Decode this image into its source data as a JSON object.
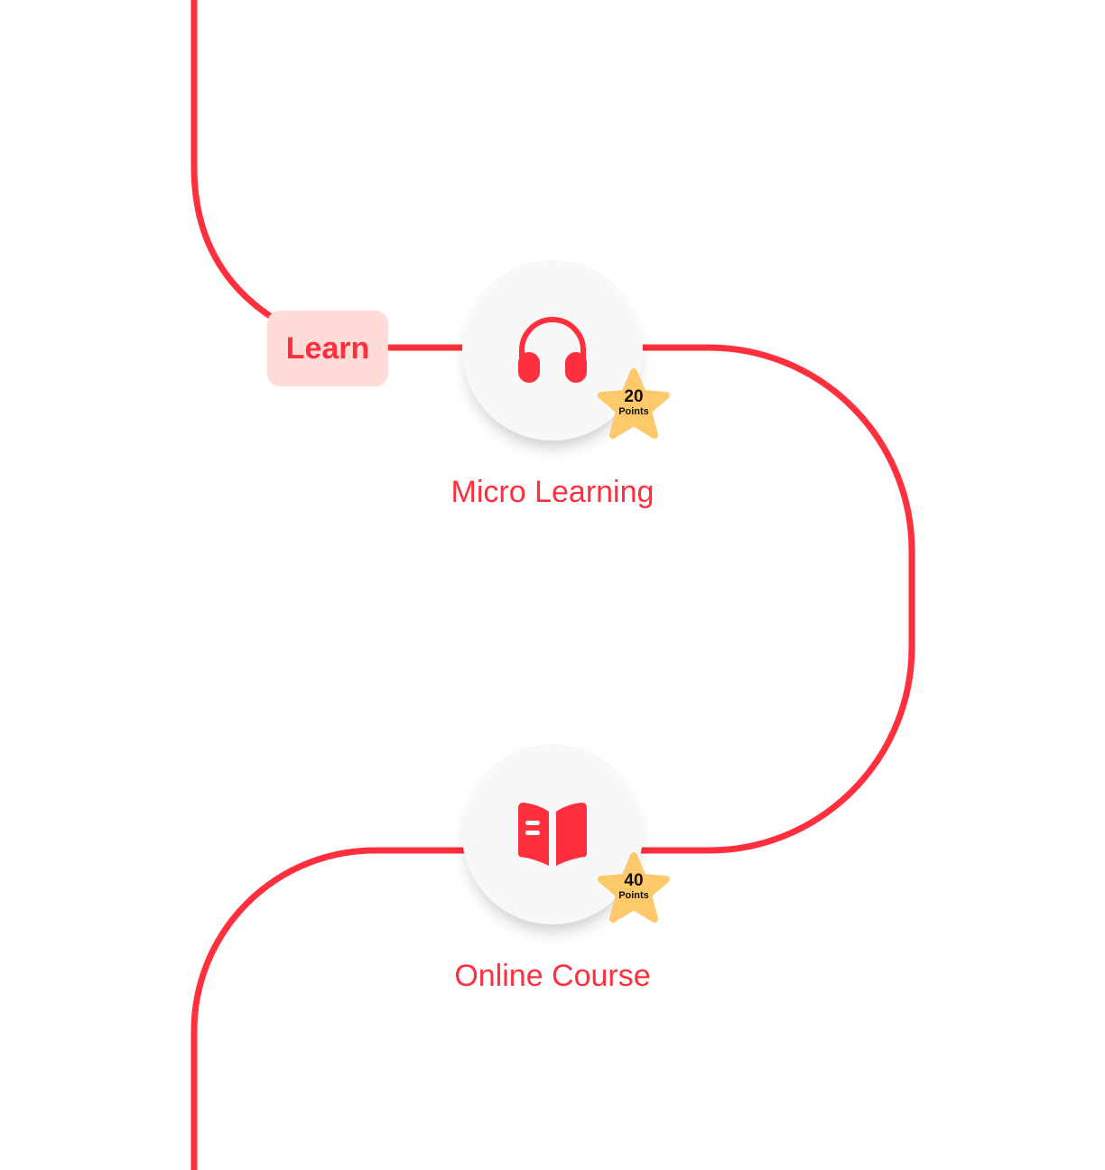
{
  "colors": {
    "accent": "#ff2f3d",
    "chip_background": "#ffdcd8",
    "node_background": "#f8f8f8",
    "badge_star": "#fdc96b",
    "badge_text": "#111111",
    "page_background": "#ffffff"
  },
  "section": {
    "label": "Learn"
  },
  "steps": [
    {
      "title": "Micro Learning",
      "icon": "headphones-icon",
      "points": "20",
      "points_unit": "Points"
    },
    {
      "title": "Online Course",
      "icon": "open-book-icon",
      "points": "40",
      "points_unit": "Points"
    }
  ]
}
